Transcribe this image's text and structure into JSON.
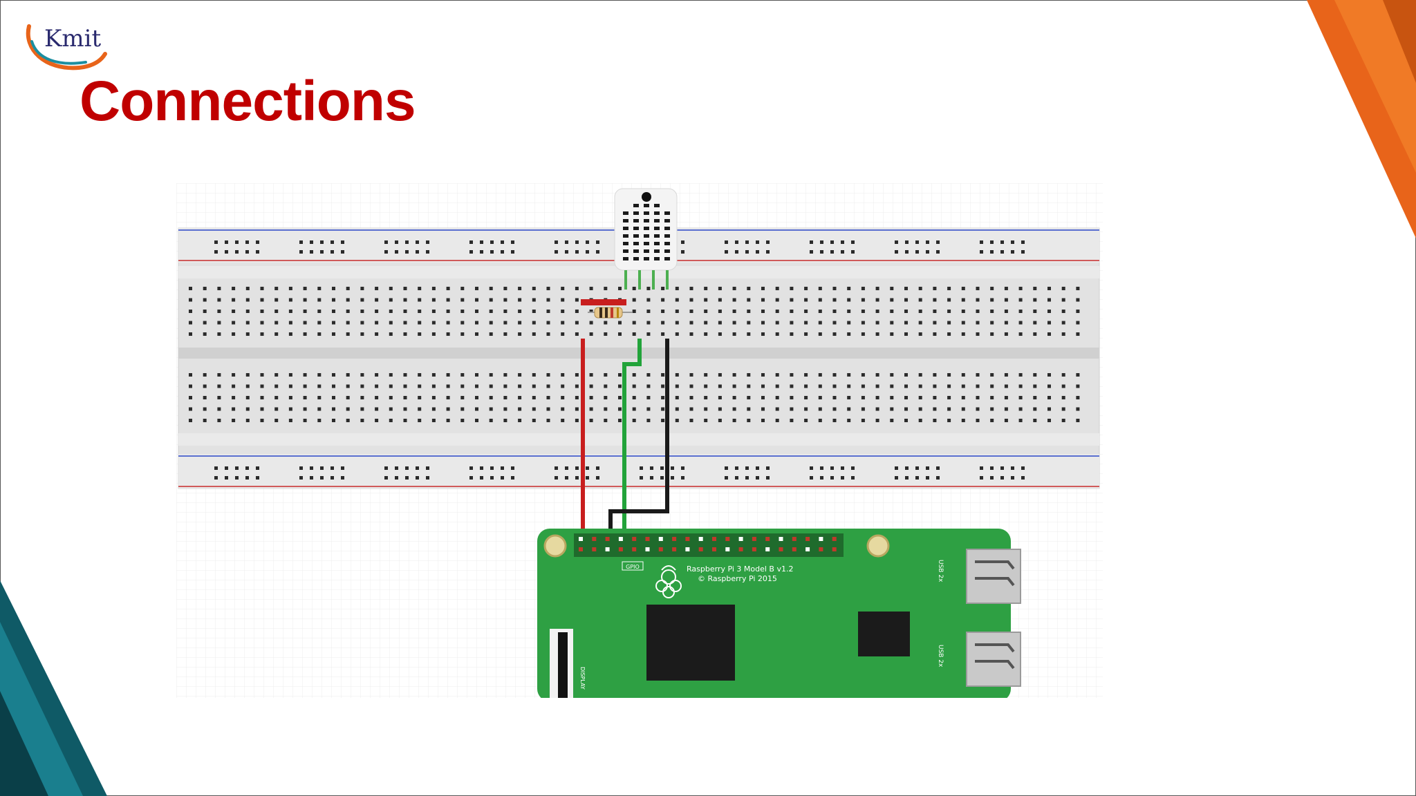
{
  "slide": {
    "logo_text": "Kmit",
    "title": "Connections"
  },
  "diagram": {
    "board_label_line1": "Raspberry Pi 3 Model B v1.2",
    "board_label_line2": "© Raspberry Pi 2015",
    "usb_label": "USB 2x",
    "display_label": "DISPLAY",
    "gpio_label": "GPIO",
    "wire_colors": {
      "power": "#c81e1e",
      "data": "#22a33a",
      "ground": "#1a1a1a"
    },
    "board_color": "#2ea043",
    "accent_colors": {
      "title": "#c00000",
      "corner_orange": "#e8641a",
      "corner_teal": "#0f5a66"
    }
  }
}
